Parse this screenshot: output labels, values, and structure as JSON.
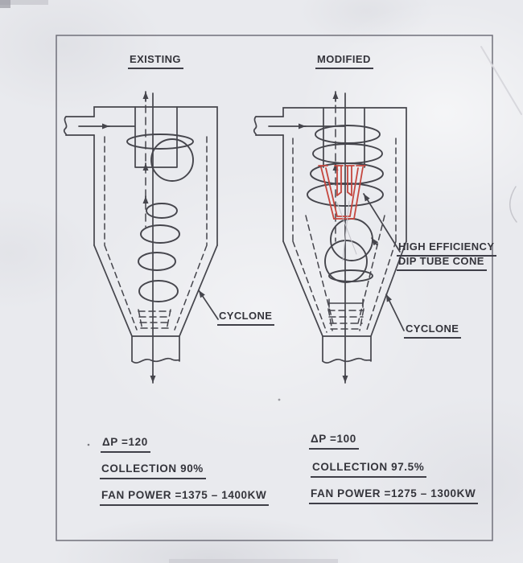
{
  "diagram": {
    "left": {
      "title": "EXISTING",
      "cyclone_label": "CYCLONE",
      "stats": {
        "pressure_drop": "ΔP =120",
        "collection": "COLLECTION 90%",
        "fan_power": "FAN POWER =1375 – 1400KW"
      }
    },
    "right": {
      "title": "MODIFIED",
      "cyclone_label": "CYCLONE",
      "dip_tube_label_line1": "HIGH EFFICIENCY",
      "dip_tube_label_line2": "DIP TUBE CONE",
      "stats": {
        "pressure_drop": "ΔP =100",
        "collection": "COLLECTION 97.5%",
        "fan_power": "FAN POWER =1275 – 1300KW"
      }
    },
    "colors": {
      "ink": "#45454c",
      "highlight_red": "#c5473f",
      "paper": "#e9eaee"
    }
  }
}
